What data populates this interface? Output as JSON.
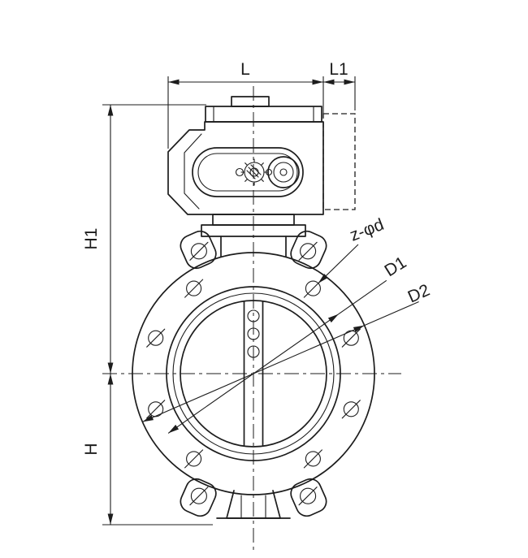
{
  "drawing": {
    "labels": {
      "L": "L",
      "L1": "L1",
      "H1": "H1",
      "H": "H",
      "z_phi_d": "z-φd",
      "D1": "D1",
      "D2": "D2"
    },
    "colors": {
      "line": "#1d1d1d",
      "background": "#ffffff"
    }
  }
}
